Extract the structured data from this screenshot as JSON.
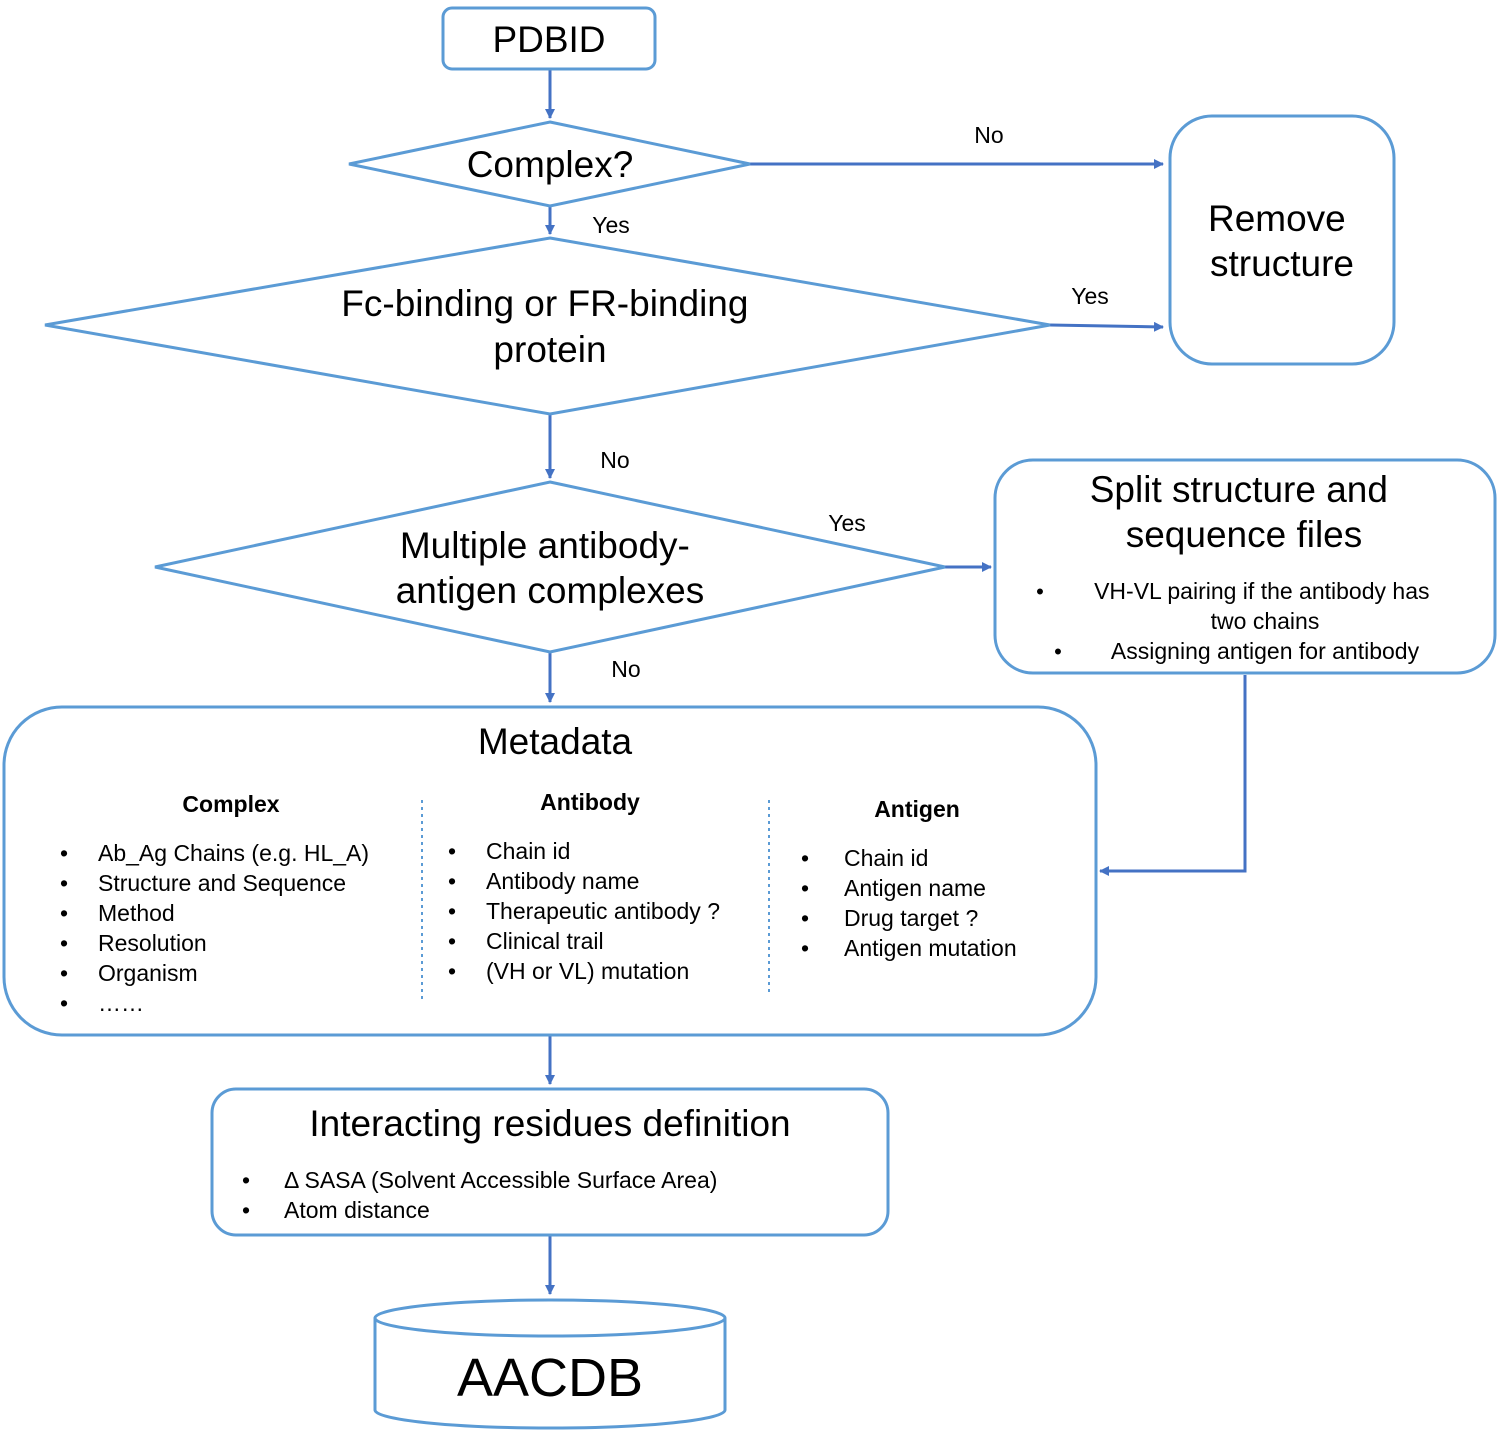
{
  "colors": {
    "stroke": "#5b9bd5",
    "arrow": "#4472c4",
    "text": "#000000",
    "background": "#ffffff"
  },
  "nodes": {
    "pdbid": "PDBID",
    "complex_decision": "Complex?",
    "fc_decision": [
      "Fc-binding  or FR-binding",
      "protein"
    ],
    "remove": [
      "Remove",
      "structure"
    ],
    "multiple_decision": [
      "Multiple  antibody-",
      "antigen complexes"
    ],
    "split": {
      "title": [
        "Split structure and",
        "sequence files"
      ],
      "bullets": [
        [
          "VH-VL pairing if  the antibody has",
          "two chains"
        ],
        [
          "Assigning antigen for antibody"
        ]
      ]
    },
    "metadata": {
      "title": "Metadata",
      "columns": [
        {
          "heading": "Complex",
          "items": [
            "Ab_Ag Chains (e.g. HL_A)",
            "Structure  and Sequence",
            "Method",
            "Resolution",
            "Organism",
            "……"
          ]
        },
        {
          "heading": "Antibody",
          "items": [
            "Chain id",
            "Antibody name",
            "Therapeutic antibody ?",
            "Clinical trail",
            "(VH or VL) mutation"
          ]
        },
        {
          "heading": "Antigen",
          "items": [
            "Chain id",
            "Antigen name",
            "Drug target ?",
            "Antigen mutation"
          ]
        }
      ]
    },
    "interacting": {
      "title": "Interacting residues definition",
      "items": [
        "Δ SASA (Solvent Accessible Surface Area)",
        "Atom distance"
      ]
    },
    "database": "AACDB"
  },
  "edge_labels": {
    "complex_no": "No",
    "complex_yes": "Yes",
    "fc_yes": "Yes",
    "fc_no": "No",
    "multiple_yes": "Yes",
    "multiple_no": "No"
  }
}
